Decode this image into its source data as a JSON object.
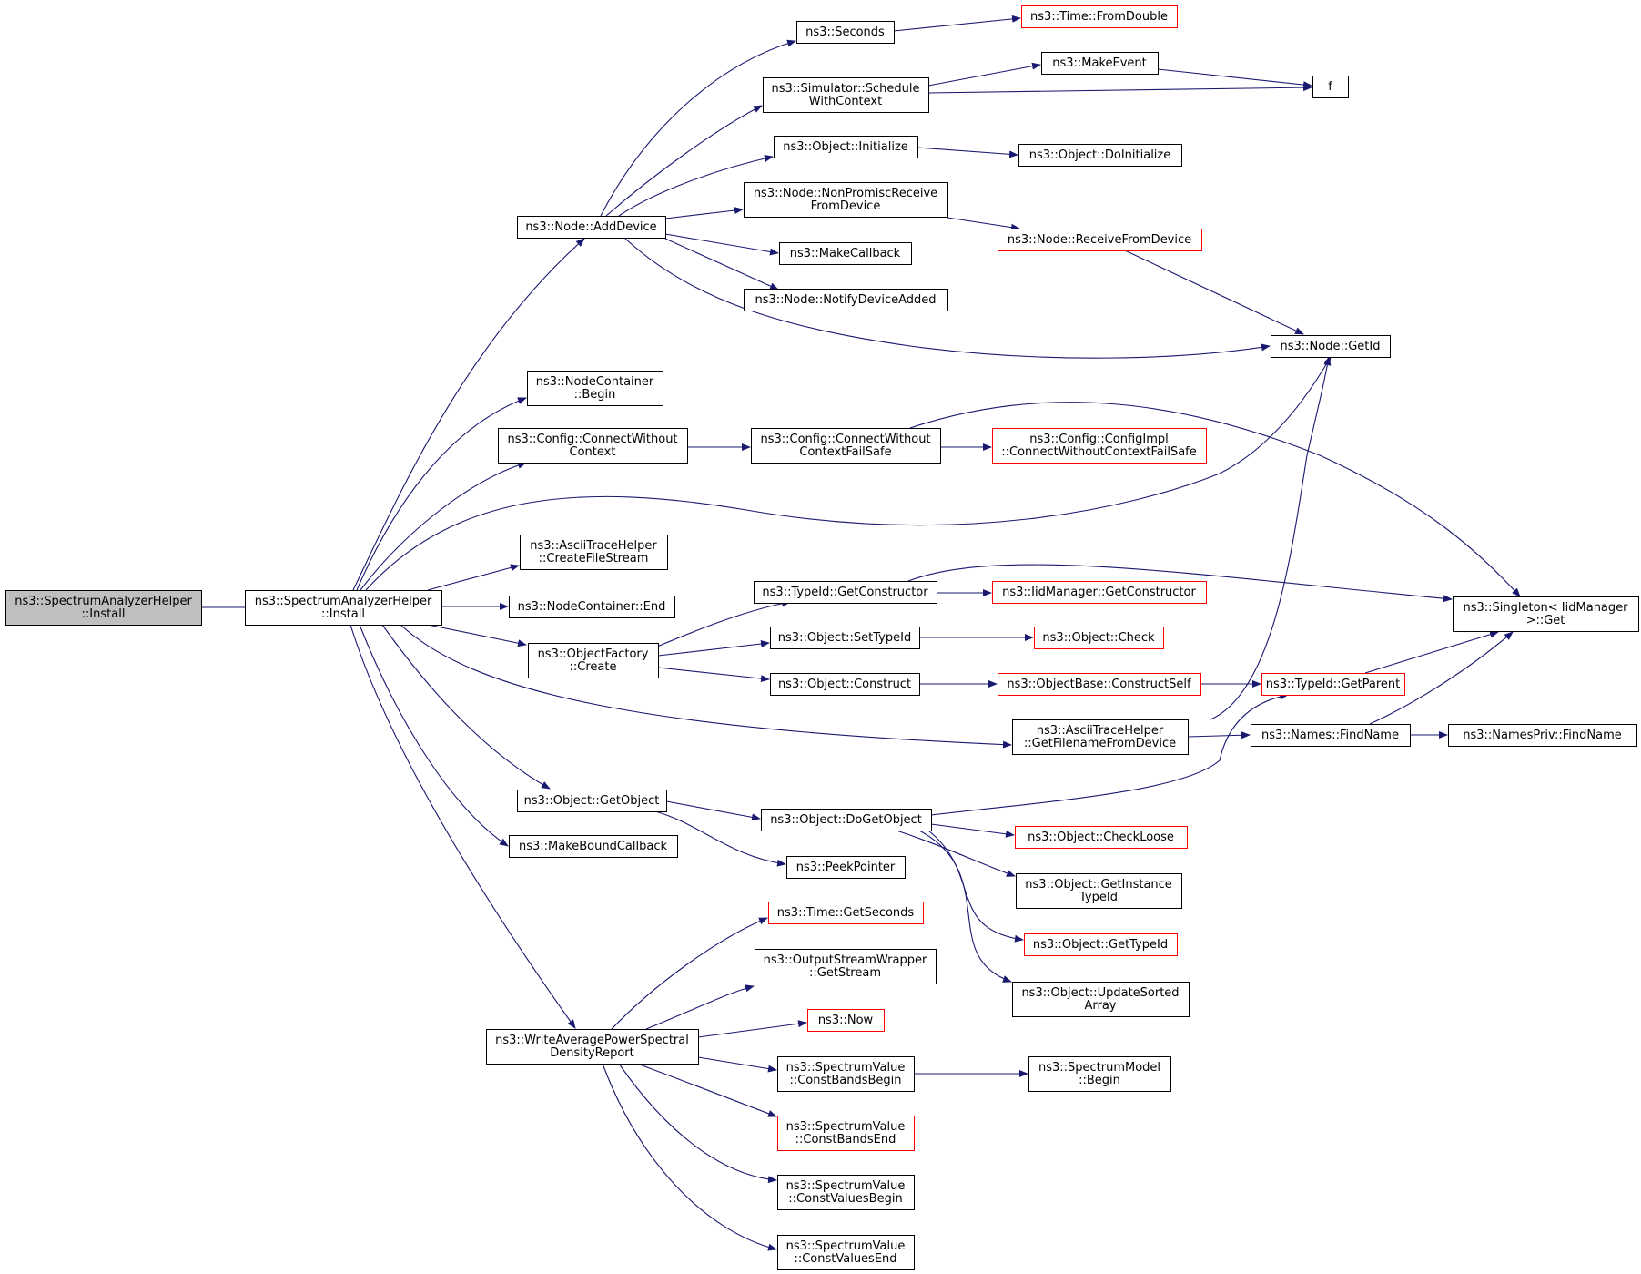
{
  "colors": {
    "edge": "#191970",
    "normal_border": "#000000",
    "truncated_border": "#ff0000",
    "root_fill": "#bfbfbf",
    "fill": "#ffffff"
  },
  "nodes": [
    {
      "id": "root",
      "lines": [
        "ns3::SpectrumAnalyzerHelper",
        "::Install"
      ],
      "style": "root"
    },
    {
      "id": "install",
      "lines": [
        "ns3::SpectrumAnalyzerHelper",
        "::Install"
      ],
      "style": "normal"
    },
    {
      "id": "adddevice",
      "lines": [
        "ns3::Node::AddDevice"
      ],
      "style": "normal"
    },
    {
      "id": "nc_begin",
      "lines": [
        "ns3::NodeContainer",
        "::Begin"
      ],
      "style": "normal"
    },
    {
      "id": "cfg_cwc",
      "lines": [
        "ns3::Config::ConnectWithout",
        "Context"
      ],
      "style": "normal"
    },
    {
      "id": "ascii_cfs",
      "lines": [
        "ns3::AsciiTraceHelper",
        "::CreateFileStream"
      ],
      "style": "normal"
    },
    {
      "id": "nc_end",
      "lines": [
        "ns3::NodeContainer::End"
      ],
      "style": "normal"
    },
    {
      "id": "objfactory",
      "lines": [
        "ns3::ObjectFactory",
        "::Create"
      ],
      "style": "normal"
    },
    {
      "id": "getobject",
      "lines": [
        "ns3::Object::GetObject"
      ],
      "style": "normal"
    },
    {
      "id": "makebound",
      "lines": [
        "ns3::MakeBoundCallback"
      ],
      "style": "normal"
    },
    {
      "id": "writeavg",
      "lines": [
        "ns3::WriteAveragePowerSpectral",
        "DensityReport"
      ],
      "style": "normal"
    },
    {
      "id": "seconds",
      "lines": [
        "ns3::Seconds"
      ],
      "style": "normal"
    },
    {
      "id": "schedule",
      "lines": [
        "ns3::Simulator::Schedule",
        "WithContext"
      ],
      "style": "normal"
    },
    {
      "id": "obj_init",
      "lines": [
        "ns3::Object::Initialize"
      ],
      "style": "normal"
    },
    {
      "id": "nonpromisc",
      "lines": [
        "ns3::Node::NonPromiscReceive",
        "FromDevice"
      ],
      "style": "normal"
    },
    {
      "id": "makecallback",
      "lines": [
        "ns3::MakeCallback"
      ],
      "style": "normal"
    },
    {
      "id": "notifydev",
      "lines": [
        "ns3::Node::NotifyDeviceAdded"
      ],
      "style": "normal"
    },
    {
      "id": "cfg_cwcfs",
      "lines": [
        "ns3::Config::ConnectWithout",
        "ContextFailSafe"
      ],
      "style": "normal"
    },
    {
      "id": "getctor",
      "lines": [
        "ns3::TypeId::GetConstructor"
      ],
      "style": "normal"
    },
    {
      "id": "settypeid",
      "lines": [
        "ns3::Object::SetTypeId"
      ],
      "style": "normal"
    },
    {
      "id": "construct",
      "lines": [
        "ns3::Object::Construct"
      ],
      "style": "normal"
    },
    {
      "id": "ascii_gffd",
      "lines": [
        "ns3::AsciiTraceHelper",
        "::GetFilenameFromDevice"
      ],
      "style": "normal"
    },
    {
      "id": "dogetobject",
      "lines": [
        "ns3::Object::DoGetObject"
      ],
      "style": "normal"
    },
    {
      "id": "peekptr",
      "lines": [
        "ns3::PeekPointer"
      ],
      "style": "normal"
    },
    {
      "id": "getseconds",
      "lines": [
        "ns3::Time::GetSeconds"
      ],
      "style": "truncated"
    },
    {
      "id": "osw_getstream",
      "lines": [
        "ns3::OutputStreamWrapper",
        "::GetStream"
      ],
      "style": "normal"
    },
    {
      "id": "now",
      "lines": [
        "ns3::Now"
      ],
      "style": "truncated"
    },
    {
      "id": "sv_cbb",
      "lines": [
        "ns3::SpectrumValue",
        "::ConstBandsBegin"
      ],
      "style": "normal"
    },
    {
      "id": "sv_cbe",
      "lines": [
        "ns3::SpectrumValue",
        "::ConstBandsEnd"
      ],
      "style": "truncated"
    },
    {
      "id": "sv_cvb",
      "lines": [
        "ns3::SpectrumValue",
        "::ConstValuesBegin"
      ],
      "style": "normal"
    },
    {
      "id": "sv_cve",
      "lines": [
        "ns3::SpectrumValue",
        "::ConstValuesEnd"
      ],
      "style": "normal"
    },
    {
      "id": "fromdouble",
      "lines": [
        "ns3::Time::FromDouble"
      ],
      "style": "truncated"
    },
    {
      "id": "makeevent",
      "lines": [
        "ns3::MakeEvent"
      ],
      "style": "normal"
    },
    {
      "id": "f",
      "lines": [
        "f"
      ],
      "style": "normal"
    },
    {
      "id": "doinit",
      "lines": [
        "ns3::Object::DoInitialize"
      ],
      "style": "normal"
    },
    {
      "id": "recvfromdev",
      "lines": [
        "ns3::Node::ReceiveFromDevice"
      ],
      "style": "truncated"
    },
    {
      "id": "getid",
      "lines": [
        "ns3::Node::GetId"
      ],
      "style": "normal"
    },
    {
      "id": "configimpl",
      "lines": [
        "ns3::Config::ConfigImpl",
        "::ConnectWithoutContextFailSafe"
      ],
      "style": "truncated"
    },
    {
      "id": "iidmgr_getctor",
      "lines": [
        "ns3::IidManager::GetConstructor"
      ],
      "style": "truncated"
    },
    {
      "id": "singleton_get",
      "lines": [
        "ns3::Singleton< IidManager",
        " >::Get"
      ],
      "style": "normal"
    },
    {
      "id": "obj_check",
      "lines": [
        "ns3::Object::Check"
      ],
      "style": "truncated"
    },
    {
      "id": "objbase_cs",
      "lines": [
        "ns3::ObjectBase::ConstructSelf"
      ],
      "style": "truncated"
    },
    {
      "id": "typeid_getparent",
      "lines": [
        "ns3::TypeId::GetParent"
      ],
      "style": "truncated"
    },
    {
      "id": "names_findname",
      "lines": [
        "ns3::Names::FindName"
      ],
      "style": "normal"
    },
    {
      "id": "namespriv_findname",
      "lines": [
        "ns3::NamesPriv::FindName"
      ],
      "style": "normal"
    },
    {
      "id": "checkloose",
      "lines": [
        "ns3::Object::CheckLoose"
      ],
      "style": "truncated"
    },
    {
      "id": "getinstancetypeid",
      "lines": [
        "ns3::Object::GetInstance",
        "TypeId"
      ],
      "style": "normal"
    },
    {
      "id": "gettypeid",
      "lines": [
        "ns3::Object::GetTypeId"
      ],
      "style": "truncated"
    },
    {
      "id": "updatesorted",
      "lines": [
        "ns3::Object::UpdateSorted",
        "Array"
      ],
      "style": "normal"
    },
    {
      "id": "sm_begin",
      "lines": [
        "ns3::SpectrumModel",
        "::Begin"
      ],
      "style": "normal"
    }
  ],
  "edges": [
    {
      "from": "root",
      "to": "install"
    },
    {
      "from": "install",
      "to": "adddevice"
    },
    {
      "from": "install",
      "to": "nc_begin"
    },
    {
      "from": "install",
      "to": "cfg_cwc"
    },
    {
      "from": "install",
      "to": "getid"
    },
    {
      "from": "install",
      "to": "ascii_cfs"
    },
    {
      "from": "install",
      "to": "nc_end"
    },
    {
      "from": "install",
      "to": "objfactory"
    },
    {
      "from": "install",
      "to": "ascii_gffd"
    },
    {
      "from": "install",
      "to": "getobject"
    },
    {
      "from": "install",
      "to": "makebound"
    },
    {
      "from": "install",
      "to": "writeavg"
    },
    {
      "from": "adddevice",
      "to": "seconds"
    },
    {
      "from": "adddevice",
      "to": "schedule"
    },
    {
      "from": "adddevice",
      "to": "obj_init"
    },
    {
      "from": "adddevice",
      "to": "nonpromisc"
    },
    {
      "from": "adddevice",
      "to": "makecallback"
    },
    {
      "from": "adddevice",
      "to": "notifydev"
    },
    {
      "from": "adddevice",
      "to": "getid"
    },
    {
      "from": "seconds",
      "to": "fromdouble"
    },
    {
      "from": "schedule",
      "to": "makeevent"
    },
    {
      "from": "schedule",
      "to": "f"
    },
    {
      "from": "makeevent",
      "to": "f"
    },
    {
      "from": "obj_init",
      "to": "doinit"
    },
    {
      "from": "nonpromisc",
      "to": "recvfromdev"
    },
    {
      "from": "recvfromdev",
      "to": "getid"
    },
    {
      "from": "cfg_cwc",
      "to": "cfg_cwcfs"
    },
    {
      "from": "cfg_cwcfs",
      "to": "configimpl"
    },
    {
      "from": "cfg_cwcfs",
      "to": "singleton_get"
    },
    {
      "from": "objfactory",
      "to": "getctor"
    },
    {
      "from": "objfactory",
      "to": "settypeid"
    },
    {
      "from": "objfactory",
      "to": "construct"
    },
    {
      "from": "getctor",
      "to": "iidmgr_getctor"
    },
    {
      "from": "getctor",
      "to": "singleton_get"
    },
    {
      "from": "settypeid",
      "to": "obj_check"
    },
    {
      "from": "construct",
      "to": "objbase_cs"
    },
    {
      "from": "objbase_cs",
      "to": "typeid_getparent"
    },
    {
      "from": "typeid_getparent",
      "to": "singleton_get"
    },
    {
      "from": "ascii_gffd",
      "to": "getid"
    },
    {
      "from": "ascii_gffd",
      "to": "names_findname"
    },
    {
      "from": "names_findname",
      "to": "namespriv_findname"
    },
    {
      "from": "names_findname",
      "to": "singleton_get"
    },
    {
      "from": "getobject",
      "to": "dogetobject"
    },
    {
      "from": "getobject",
      "to": "peekptr"
    },
    {
      "from": "dogetobject",
      "to": "typeid_getparent"
    },
    {
      "from": "dogetobject",
      "to": "checkloose"
    },
    {
      "from": "dogetobject",
      "to": "getinstancetypeid"
    },
    {
      "from": "dogetobject",
      "to": "gettypeid"
    },
    {
      "from": "dogetobject",
      "to": "updatesorted"
    },
    {
      "from": "writeavg",
      "to": "getseconds"
    },
    {
      "from": "writeavg",
      "to": "osw_getstream"
    },
    {
      "from": "writeavg",
      "to": "now"
    },
    {
      "from": "writeavg",
      "to": "sv_cbb"
    },
    {
      "from": "writeavg",
      "to": "sv_cbe"
    },
    {
      "from": "writeavg",
      "to": "sv_cvb"
    },
    {
      "from": "writeavg",
      "to": "sv_cve"
    },
    {
      "from": "sv_cbb",
      "to": "sm_begin"
    }
  ]
}
